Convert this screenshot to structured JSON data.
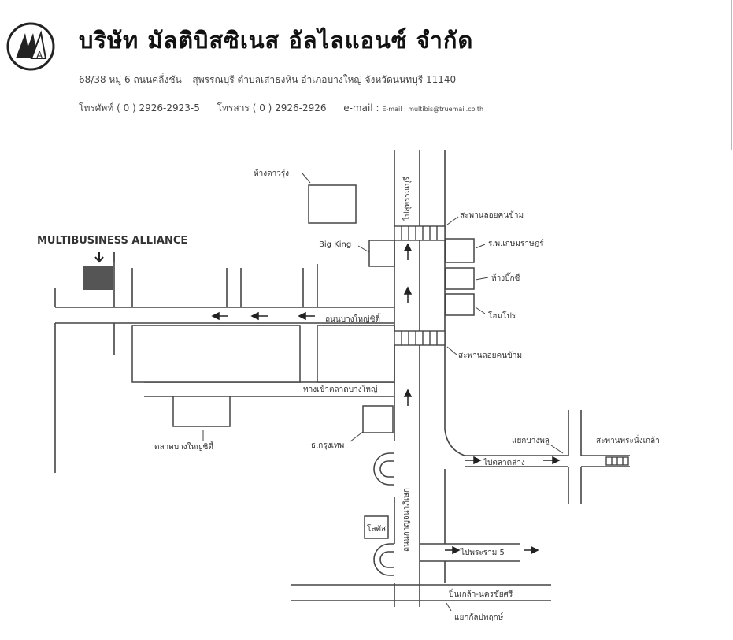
{
  "header": {
    "company_name": "บริษัท  มัลติบิสซิเนส  อัลไลแอนซ์  จำกัด",
    "address": "68/38 หมู่ 6 ถนนคลี่งชัน – สุพรรณบุรี ตำบลเสาธงหิน อำเภอบางใหญ่ จังหวัดนนทบุรี 11140",
    "phone_label": "โทรศัพท์",
    "phone": "( 0 ) 2926-2923-5",
    "fax_label": "โทรสาร",
    "fax": "( 0 ) 2926-2926",
    "email_label": "e-mail :",
    "email": "E-mail : multibis@truemail.co.th"
  },
  "map": {
    "company_label": "MULTIBUSINESS ALLIANCE",
    "labels": {
      "to_suphanburi": "ไปสุพรรณบุรี",
      "hang_daowrung": "ห้างดาวรุ่ง",
      "overpass_top": "สะพานลอยคนข้าม",
      "big_king": "Big King",
      "hospital": "ร.พ.เกษมราษฎร์",
      "big_c": "ห้างบิ๊กซี",
      "homepro": "โฮมโปร",
      "bang_yai_city_road": "ถนนบางใหญ่ซิตี้",
      "overpass_mid": "สะพานลอยคนข้าม",
      "to_bang_yai_market": "ทางเข้าตลาดบางใหญ่",
      "bang_yai_city_market": "ตลาดบางใหญ่ซิตี้",
      "bangkok_bank": "ธ.กรุงเทพ",
      "to_bang_phlu": "แยกบางพลู",
      "phra_nang_klao_bridge": "สะพานพระนั่งเกล้า",
      "to_talad": "ไปตลาดล่าง",
      "kanchanaphisek_road": "ถนนกาญจนาภิเษก",
      "lotus": "โลตัส",
      "to_rama5": "ไปพระราม 5",
      "pinklao_nakhonchaisri": "ปิ่นเกล้า-นครชัยศรี",
      "kanjana_intersection": "แยกกัลปพฤกษ์"
    }
  }
}
